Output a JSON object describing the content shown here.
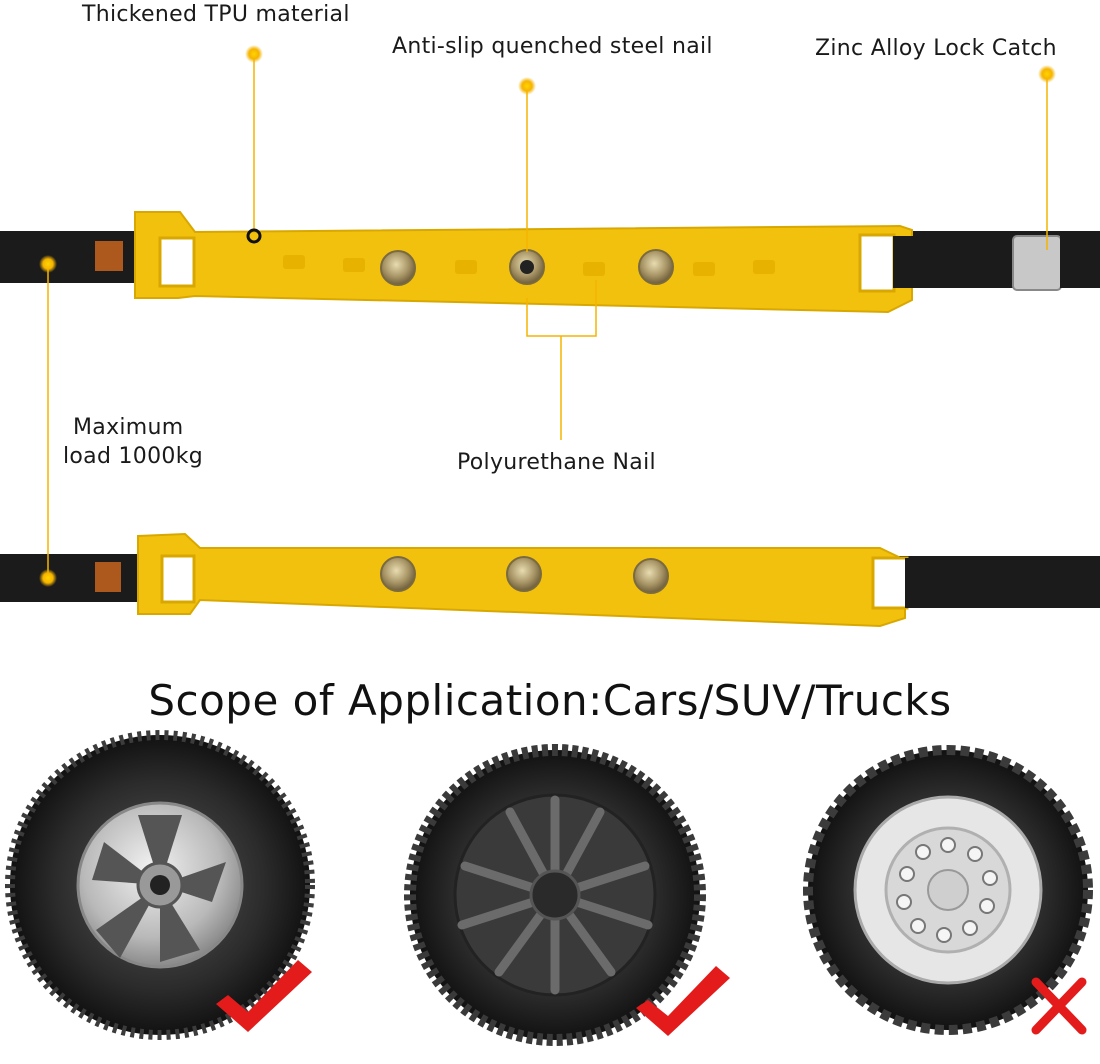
{
  "labels": {
    "tpu": "Thickened TPU material",
    "nail": "Anti-slip quenched steel nail",
    "lock": "Zinc Alloy Lock Catch",
    "load_line1": "Maximum",
    "load_line2": "load 1000kg",
    "pu_nail": "Polyurethane Nail"
  },
  "heading": "Scope of Application:Cars/SUV/Trucks",
  "tires": [
    {
      "name": "car-tire",
      "status": "check"
    },
    {
      "name": "suv-tire",
      "status": "check"
    },
    {
      "name": "truck-tire",
      "status": "cross"
    }
  ],
  "colors": {
    "accent": "#f5b400",
    "strap_yellow": "#f2c10d",
    "strap_black": "#1b1b1b",
    "check_red": "#e31b1b"
  }
}
